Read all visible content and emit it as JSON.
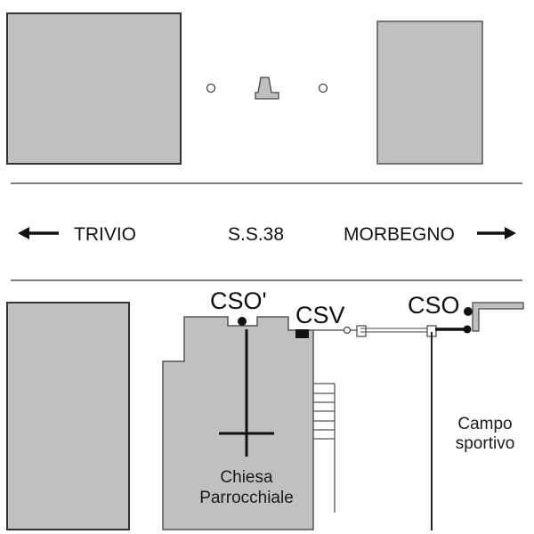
{
  "diagram": {
    "road": {
      "name": "S.S.38",
      "direction_left": "TRIVIO",
      "direction_right": "MORBEGNO"
    },
    "points": {
      "cso_prime": "CSO'",
      "csv": "CSV",
      "cso": "CSO"
    },
    "areas": {
      "church_line1": "Chiesa",
      "church_line2": "Parrocchiale",
      "field_line1": "Campo",
      "field_line2": "sportivo"
    },
    "icons": {
      "left_arrow": "arrow-left-icon",
      "right_arrow": "arrow-right-icon",
      "monument": "monument-icon",
      "cross": "cross-icon"
    },
    "colors": {
      "building_fill": "#c0c0c0",
      "outline": "#333333",
      "marker": "#111111"
    }
  }
}
